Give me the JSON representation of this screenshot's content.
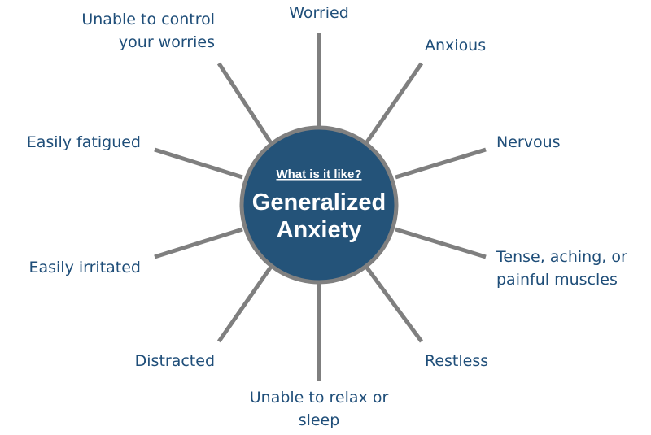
{
  "center": {
    "subtitle": "What is it like?",
    "title_line1": "Generalized",
    "title_line2": "Anxiety"
  },
  "symptoms": [
    {
      "id": "worried",
      "lines": [
        "Worried"
      ]
    },
    {
      "id": "anxious",
      "lines": [
        "Anxious"
      ]
    },
    {
      "id": "nervous",
      "lines": [
        "Nervous"
      ]
    },
    {
      "id": "tense",
      "lines": [
        "Tense, aching, or",
        "painful muscles"
      ]
    },
    {
      "id": "restless",
      "lines": [
        "Restless"
      ]
    },
    {
      "id": "unable-relax",
      "lines": [
        "Unable to relax or",
        "sleep"
      ]
    },
    {
      "id": "distracted",
      "lines": [
        "Distracted"
      ]
    },
    {
      "id": "irritated",
      "lines": [
        "Easily irritated"
      ]
    },
    {
      "id": "fatigued",
      "lines": [
        "Easily fatigued"
      ]
    },
    {
      "id": "unable-control",
      "lines": [
        "Unable to control",
        "your worries"
      ]
    }
  ],
  "colors": {
    "hub_fill": "#245379",
    "hub_stroke": "#808080",
    "spoke": "#7f7f7f",
    "label": "#1f4e79"
  }
}
